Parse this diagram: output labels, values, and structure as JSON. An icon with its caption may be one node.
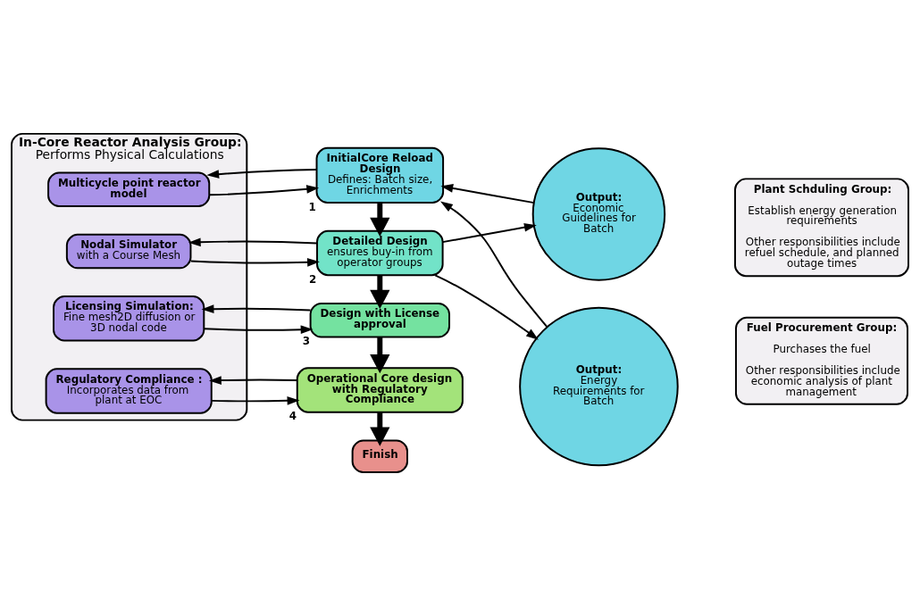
{
  "diagram": {
    "nodes": [
      {
        "text": [
          "In-Core Reactor Analysis Group:",
          "Performs Physical Calculations"
        ]
      },
      {
        "text": [
          "Multicycle point reactor model"
        ],
        "in": 0
      },
      {
        "text": [
          "Nodal Simulator",
          "with a Course Mesh"
        ],
        "in": 0
      },
      {
        "text": [
          "Licensing Simulation:",
          "Fine mesh2D diffusion or 3D nodal code"
        ],
        "in": 0
      },
      {
        "text": [
          "Regulatory Compliance :",
          "Incorporates data from plant at EOC"
        ],
        "in": 0
      },
      {
        "text": [
          "InitialCore Reload Design",
          "Defines: Batch size, Enrichments"
        ],
        "beside": [
          "1"
        ]
      },
      {
        "text": [
          "Detailed Design",
          "ensures buy-in from operator groups"
        ],
        "beside": [
          "2"
        ]
      },
      {
        "text": [
          "Design with License approval"
        ],
        "beside": [
          "3"
        ]
      },
      {
        "text": [
          "Operational Core design with Regulatory Compliance"
        ],
        "beside": [
          "4"
        ]
      },
      {
        "text": [
          "Finish"
        ]
      },
      {
        "text": [
          "Plant Schduling Group:",
          "Establish energy generation requirements",
          "Other responsibilities include refuel schedule, and planned outage times"
        ]
      },
      {
        "text": [
          "Output:",
          "Economic Guidelines for Batch"
        ]
      },
      {
        "text": [
          "Fuel Procurement Group:",
          "Purchases the fuel",
          "Other responsibilities include economic analysis of plant management"
        ]
      },
      {
        "text": [
          "Output:",
          "Energy Requirements for Batch"
        ]
      }
    ],
    "edges": [
      {
        "from": 5,
        "to": 1,
        "arrow": "to"
      },
      {
        "from": 1,
        "to": 5,
        "arrow": "to"
      },
      {
        "from": 6,
        "to": 2,
        "arrow": "to"
      },
      {
        "from": 2,
        "to": 6,
        "arrow": "to"
      },
      {
        "from": 7,
        "to": 3,
        "arrow": "to"
      },
      {
        "from": 3,
        "to": 7,
        "arrow": "to"
      },
      {
        "from": 8,
        "to": 4,
        "arrow": "to"
      },
      {
        "from": 4,
        "to": 8,
        "arrow": "to"
      },
      {
        "from": 5,
        "to": 6,
        "arrow": "to",
        "style": "thick"
      },
      {
        "from": 6,
        "to": 7,
        "arrow": "to",
        "style": "thick"
      },
      {
        "from": 7,
        "to": 8,
        "arrow": "to",
        "style": "thick"
      },
      {
        "from": 8,
        "to": 9,
        "arrow": "to",
        "style": "thick"
      },
      {
        "from": 11,
        "to": 5,
        "arrow": "to"
      },
      {
        "from": 13,
        "to": 5,
        "arrow": "to"
      },
      {
        "from": 6,
        "to": 11,
        "arrow": "to"
      },
      {
        "from": 6,
        "to": 13,
        "arrow": "to"
      }
    ]
  }
}
